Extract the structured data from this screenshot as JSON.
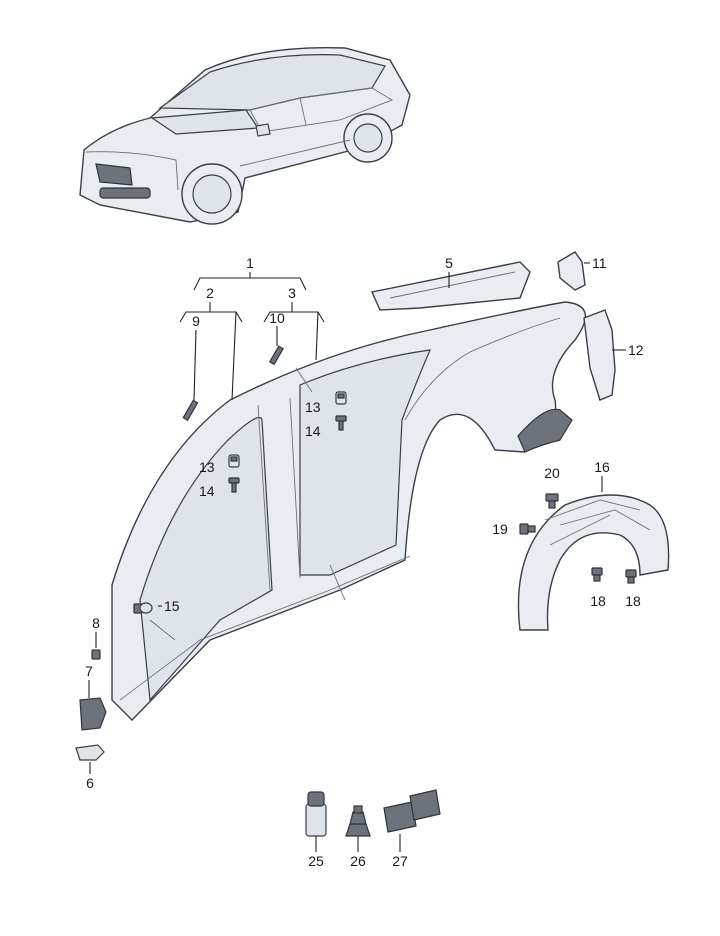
{
  "callouts": {
    "p1": "1",
    "p2": "2",
    "p3": "3",
    "p5": "5",
    "p6": "6",
    "p7": "7",
    "p8": "8",
    "p9": "9",
    "p10": "10",
    "p11": "11",
    "p12": "12",
    "p13a": "13",
    "p13b": "13",
    "p14a": "14",
    "p14b": "14",
    "p15": "15",
    "p16": "16",
    "p18a": "18",
    "p18b": "18",
    "p19": "19",
    "p20": "20",
    "p25": "25",
    "p26": "26",
    "p27": "27"
  }
}
